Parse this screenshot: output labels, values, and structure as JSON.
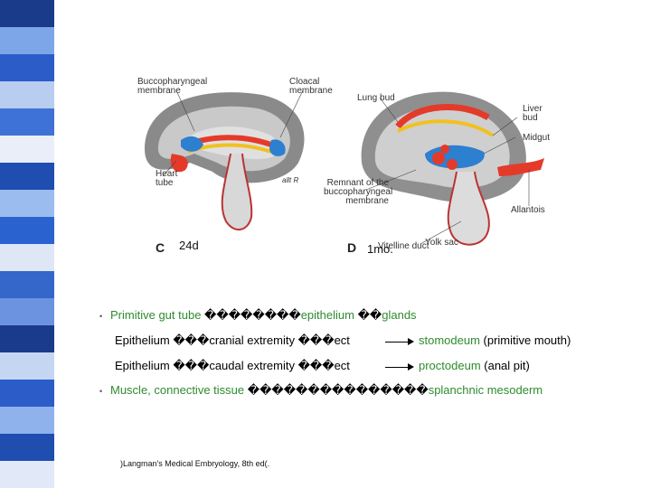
{
  "figure": {
    "panel_c": {
      "letter": "C",
      "age": "24d",
      "labels": {
        "bucco": "Buccopharyngeal membrane",
        "cloacal": "Cloacal membrane",
        "heart": "Heart tube",
        "signature": "allt R"
      }
    },
    "panel_d": {
      "letter": "D",
      "age": "1mo.",
      "labels": {
        "lung": "Lung bud",
        "liver": "Liver bud",
        "midgut": "Midgut",
        "remnant": "Remnant of the buccopharyngeal membrane",
        "vitelline": "Vitelline duct",
        "allantois": "Allantois",
        "yolk": "Yolk sac"
      }
    }
  },
  "bullets": {
    "line1": {
      "prefix": "Primitive gut tube ",
      "garbled": "��������",
      "term": "epithelium",
      "garbled2": " ��",
      "term2": "glands"
    },
    "line2": {
      "label": "Epithelium ",
      "garbled": "���",
      "mid": "cranial extremity ",
      "garbled2": "���",
      "suffix": "ect",
      "result": "stomodeum",
      "note": " (primitive mouth)"
    },
    "line3": {
      "label": "Epithelium ",
      "garbled": "���",
      "mid": "caudal extremity ",
      "garbled2": "���",
      "suffix": "ect",
      "result": "proctodeum",
      "note": " (anal pit)"
    },
    "line4": {
      "prefix": "Muscle, connective tissue ",
      "garbled": "���������������",
      "term": "splanchnic mesoderm"
    }
  },
  "reference": ")Langman's Medical Embryology, 8th ed(.",
  "colors": {
    "accent_green": "#2e8b2e",
    "stripe": [
      "#1a3a8a",
      "#7da6e8",
      "#2b5cc8",
      "#b9cdf0",
      "#3f72d6",
      "#e9eef8",
      "#1f4db0",
      "#9bbcef",
      "#2a63d0",
      "#dfe7f7",
      "#3566c9",
      "#6b93e0"
    ]
  }
}
